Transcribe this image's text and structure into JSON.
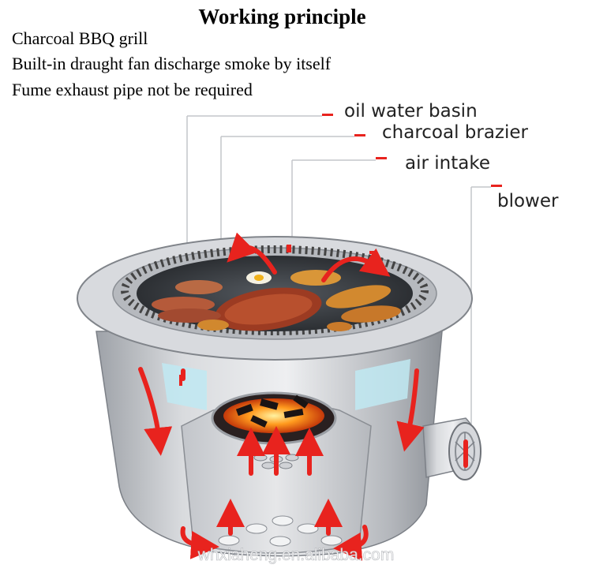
{
  "title": "Working principle",
  "lines": [
    "Charcoal BBQ grill",
    "Built-in draught fan discharge smoke by itself",
    "Fume exhaust pipe not be required"
  ],
  "labels": {
    "oil_water_basin": "oil water basin",
    "charcoal_brazier": "charcoal brazier",
    "air_intake": "air intake",
    "blower": "blower"
  },
  "watermark": "whxiaheng.en.alibaba.com",
  "colors": {
    "arrow": "#e8231e",
    "steel": "#c9cbcf",
    "water": "#bfe9f2",
    "callout": "#e8231e"
  }
}
